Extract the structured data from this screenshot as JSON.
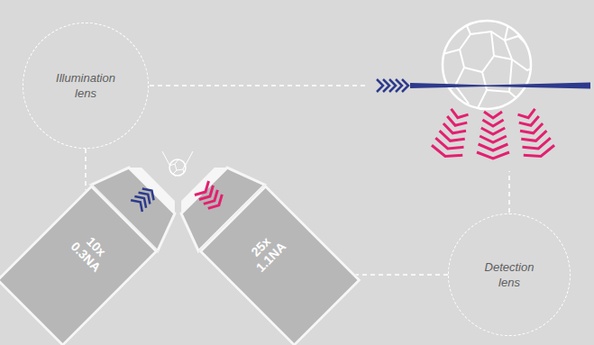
{
  "diagram": {
    "nodes": [
      {
        "text": [
          "Illumination lens"
        ]
      },
      {
        "text": [
          "10x 0.3NA"
        ]
      },
      {
        "text": [
          "25x 1.1NA"
        ]
      },
      {
        "text": [
          "Detection lens"
        ]
      }
    ],
    "edges": [
      {
        "from": 0,
        "to": 1,
        "arrow": "none"
      },
      {
        "from": 3,
        "to": 2,
        "arrow": "none"
      }
    ]
  }
}
